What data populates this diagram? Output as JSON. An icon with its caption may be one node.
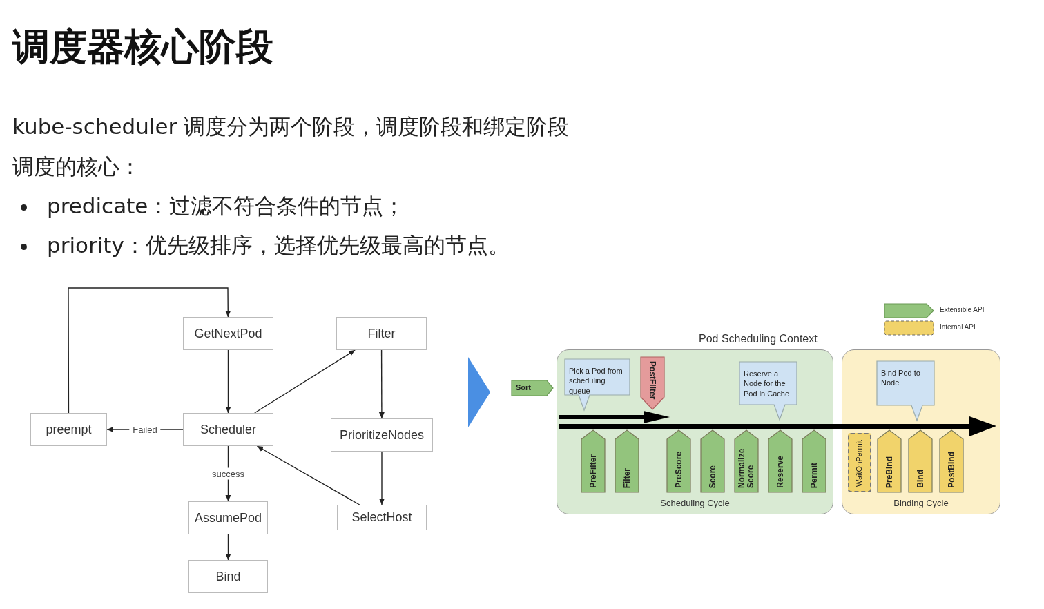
{
  "diagram": {
    "title": "调度器核心阶段",
    "nodes": [
      {
        "text": [
          "GetNextPod"
        ]
      },
      {
        "text": [
          "Filter"
        ]
      },
      {
        "text": [
          "preempt"
        ]
      },
      {
        "text": [
          "Scheduler"
        ]
      },
      {
        "text": [
          "PrioritizeNodes"
        ]
      },
      {
        "text": [
          "AssumePod"
        ]
      },
      {
        "text": [
          "SelectHost"
        ]
      },
      {
        "text": [
          "Bind"
        ]
      },
      {
        "text": [
          "Scheduling Cycle"
        ]
      },
      {
        "text": [
          "Binding Cycle"
        ]
      },
      {
        "text": [
          "Sort"
        ]
      },
      {
        "text": [
          "Pick a Pod from scheduling queue"
        ],
        "in": 8
      },
      {
        "text": [
          "PostFilter"
        ],
        "in": 8
      },
      {
        "text": [
          "Reserve a Node for the Pod in Cache"
        ],
        "in": 8
      },
      {
        "text": [
          "PreFilter"
        ],
        "in": 8
      },
      {
        "text": [
          "Filter"
        ],
        "in": 8
      },
      {
        "text": [
          "PreScore"
        ],
        "in": 8
      },
      {
        "text": [
          "Score"
        ],
        "in": 8
      },
      {
        "text": [
          "Normalize Score"
        ],
        "in": 8
      },
      {
        "text": [
          "Reserve"
        ],
        "in": 8
      },
      {
        "text": [
          "Permit"
        ],
        "in": 8
      },
      {
        "text": [
          "Bind Pod to Node"
        ],
        "in": 9
      },
      {
        "text": [
          "WaitOnPermit"
        ],
        "in": 9
      },
      {
        "text": [
          "PreBind"
        ],
        "in": 9
      },
      {
        "text": [
          "Bind"
        ],
        "in": 9
      },
      {
        "text": [
          "PostBind"
        ],
        "in": 9
      },
      {
        "text": [],
        "shape": "triangle"
      }
    ],
    "edges": [
      {
        "from": 2,
        "to": 0,
        "arrow": "to"
      },
      {
        "from": 0,
        "to": 3,
        "arrow": "to"
      },
      {
        "from": 3,
        "to": 1,
        "arrow": "to"
      },
      {
        "from": 1,
        "to": 4,
        "arrow": "to"
      },
      {
        "from": 4,
        "to": 6,
        "arrow": "to"
      },
      {
        "from": 6,
        "to": 3,
        "arrow": "to"
      },
      {
        "from": 3,
        "to": 2,
        "arrow": "to",
        "label": "Failed"
      },
      {
        "from": 3,
        "to": 5,
        "arrow": "to",
        "label": "success"
      },
      {
        "from": 5,
        "to": 7,
        "arrow": "to"
      }
    ],
    "labels": [
      "kube-scheduler 调度分为两个阶段，调度阶段和绑定阶段",
      "调度的核心：",
      "predicate：过滤不符合条件的节点；",
      "priority：优先级排序，选择优先级最高的节点。",
      "Pod Scheduling Context"
    ],
    "legend": [
      {
        "text": "Extensible API",
        "color": "#93c47d"
      },
      {
        "text": "Internal API",
        "color": "#f1d36b"
      }
    ]
  }
}
